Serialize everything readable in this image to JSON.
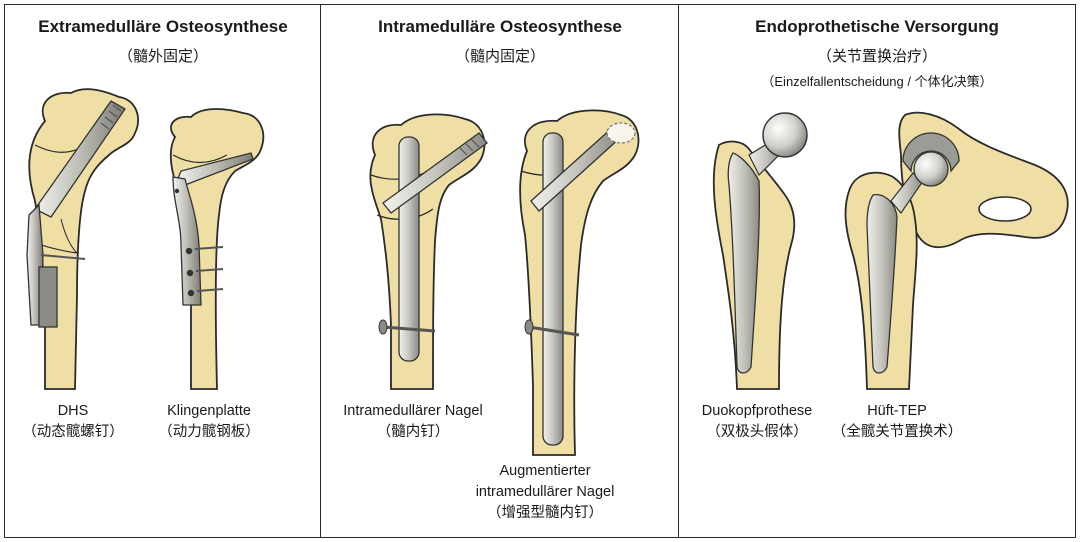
{
  "panels": [
    {
      "title": "Extramedulläre Osteosynthese",
      "subtitle": "（髓外固定）",
      "devices": [
        {
          "name": "DHS",
          "note": "（动态髋螺钉）"
        },
        {
          "name": "Klingenplatte",
          "note": "（动力髋钢板）"
        }
      ]
    },
    {
      "title": "Intramedulläre Osteosynthese",
      "subtitle": "（髓内固定）",
      "devices": [
        {
          "name": "Intramedullärer Nagel",
          "note": "（髓内钉）"
        },
        {
          "name_line1": "Augmentierter",
          "name_line2": "intramedullärer Nagel",
          "note": "（增强型髓内钉）"
        }
      ]
    },
    {
      "title": "Endoprothetische Versorgung",
      "subtitle": "（关节置换治疗）",
      "note": "（Einzelfallentscheidung / 个体化决策）",
      "devices": [
        {
          "name": "Duokopfprothese",
          "note": "（双极头假体）"
        },
        {
          "name": "Hüft-TEP",
          "note": "（全髋关节置换术）"
        }
      ]
    }
  ],
  "colors": {
    "bone": "#efdfa5",
    "bone_outline": "#2a2a2a",
    "metal_light": "#d9d9d2",
    "metal_dark": "#8c8c86",
    "border": "#2b2b2b"
  }
}
